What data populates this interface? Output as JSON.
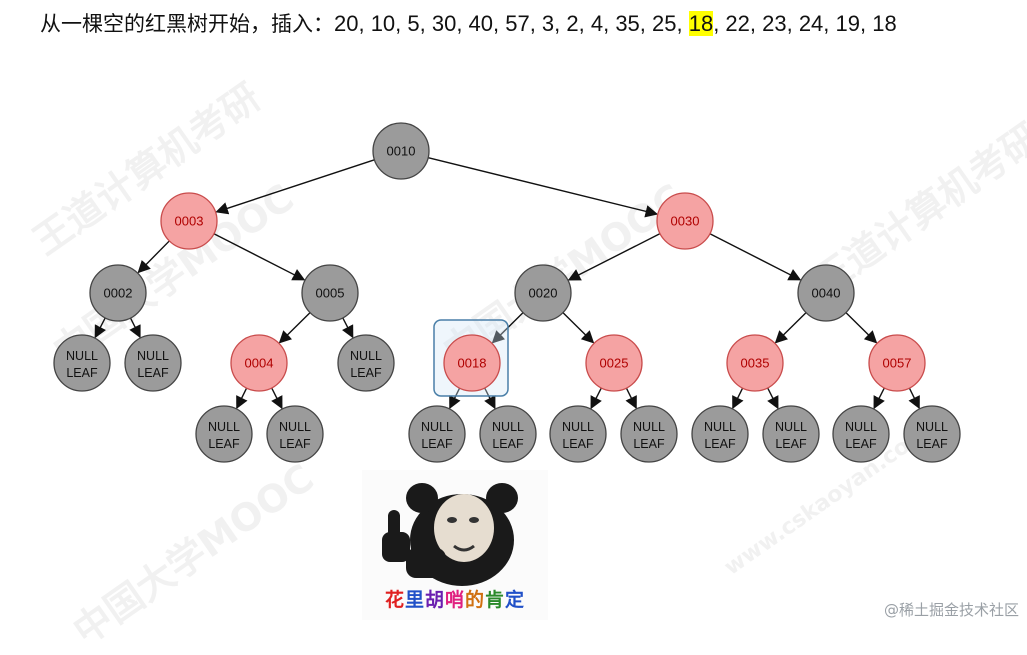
{
  "title": {
    "prefix": "从一棵空的红黑树开始，插入：",
    "before": "20, 10, 5, 30, 40, 57, 3, 2, 4, 35, 25, ",
    "highlight": "18",
    "after": ", 22, 23, 24, 19, 18"
  },
  "colors": {
    "black_fill": "#9b9b9b",
    "red_fill": "#f5a3a3",
    "red_stroke": "#c94c4c",
    "red_text": "#b00000",
    "highlight": "#ffff00",
    "selection_box": "#4a7fa8"
  },
  "tree": {
    "nodes": [
      {
        "id": "n10",
        "label": "0010",
        "color": "black"
      },
      {
        "id": "n3",
        "label": "0003",
        "color": "red"
      },
      {
        "id": "n30",
        "label": "0030",
        "color": "red"
      },
      {
        "id": "n2",
        "label": "0002",
        "color": "black"
      },
      {
        "id": "n5",
        "label": "0005",
        "color": "black"
      },
      {
        "id": "n20",
        "label": "0020",
        "color": "black"
      },
      {
        "id": "n40",
        "label": "0040",
        "color": "black"
      },
      {
        "id": "n4",
        "label": "0004",
        "color": "red"
      },
      {
        "id": "n18",
        "label": "0018",
        "color": "red",
        "selected": true
      },
      {
        "id": "n25",
        "label": "0025",
        "color": "red"
      },
      {
        "id": "n35",
        "label": "0035",
        "color": "red"
      },
      {
        "id": "n57",
        "label": "0057",
        "color": "red"
      }
    ],
    "leaf_label_line1": "NULL",
    "leaf_label_line2": "LEAF",
    "leaves": [
      "l1",
      "l2",
      "l3",
      "l4",
      "l5",
      "l6",
      "l7",
      "l8",
      "l9",
      "l10",
      "l11",
      "l12",
      "l13"
    ],
    "edges": [
      [
        "n10",
        "n3"
      ],
      [
        "n10",
        "n30"
      ],
      [
        "n3",
        "n2"
      ],
      [
        "n3",
        "n5"
      ],
      [
        "n30",
        "n20"
      ],
      [
        "n30",
        "n40"
      ],
      [
        "n2",
        "l1"
      ],
      [
        "n2",
        "l2"
      ],
      [
        "n5",
        "n4"
      ],
      [
        "n5",
        "l3"
      ],
      [
        "n4",
        "l4"
      ],
      [
        "n4",
        "l5"
      ],
      [
        "n20",
        "n18"
      ],
      [
        "n20",
        "n25"
      ],
      [
        "n18",
        "l6"
      ],
      [
        "n18",
        "l7"
      ],
      [
        "n25",
        "l8"
      ],
      [
        "n25",
        "l9"
      ],
      [
        "n40",
        "n35"
      ],
      [
        "n40",
        "n57"
      ],
      [
        "n35",
        "l10"
      ],
      [
        "n35",
        "l11"
      ],
      [
        "n57",
        "l12"
      ],
      [
        "n57",
        "l13"
      ]
    ]
  },
  "meme": {
    "caption_chars": [
      {
        "ch": "花",
        "color": "#e02020"
      },
      {
        "ch": "里",
        "color": "#2050c8"
      },
      {
        "ch": "胡",
        "color": "#6a1fb0"
      },
      {
        "ch": "哨",
        "color": "#e02080"
      },
      {
        "ch": "的",
        "color": "#d07010"
      },
      {
        "ch": "肯",
        "color": "#2a8a2a"
      },
      {
        "ch": "定",
        "color": "#2050c8"
      }
    ]
  },
  "footer": "@稀土掘金技术社区",
  "watermarks": [
    "王道计算机考研",
    "中国大学MOOC",
    "www.cskaoyan.com"
  ]
}
